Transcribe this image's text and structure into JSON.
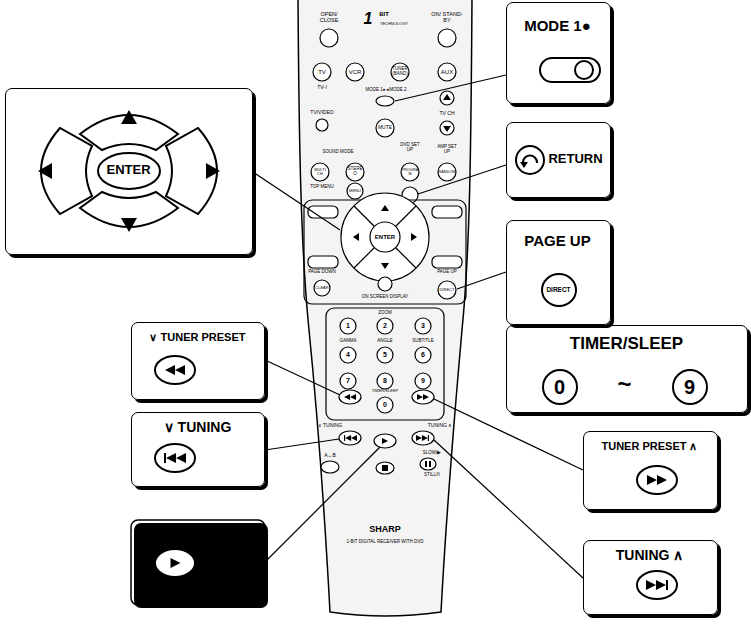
{
  "diagram": {
    "nodes": [
      {
        "text": [
          "ENTER"
        ]
      },
      {
        "text": [
          "MODE 1●"
        ]
      },
      {
        "text": [
          "RETURN"
        ]
      },
      {
        "text": [
          "PAGE UP",
          "DIRECT"
        ]
      },
      {
        "text": [
          "TIMER/SLEEP",
          "0",
          "~",
          "9"
        ]
      },
      {
        "text": [
          "∨ TUNER PRESET"
        ]
      },
      {
        "text": [
          "∨ TUNING"
        ]
      },
      {
        "text": [
          "TUNER PRESET ∧"
        ]
      },
      {
        "text": [
          "TUNING ∧"
        ]
      }
    ],
    "labels": [
      "OPEN/ CLOSE",
      "ON/ STAND-BY",
      "1",
      "BIT",
      "TECHNOLOGY",
      "TV",
      "VCR",
      "TUNER (BAND)",
      "AUX",
      "TV◦I",
      "MODE 1● ●MODE 2",
      "TV/VIDEO",
      "MUTE",
      "TV CH",
      "DVD SET UP",
      "AMP SET UP",
      "SOUND MODE",
      "MULTI CH",
      "STEREO",
      "PROGRAM",
      "RANDOM",
      "TOP MENU",
      "MENU",
      "ENTER",
      "PAGE DOWN",
      "PAGE UP",
      "CLEAR",
      "ON SCREEN DISPLAY",
      "DIRECT",
      "ZOOM",
      "1",
      "2",
      "3",
      "GAMMA",
      "ANGLE",
      "SUBTITLE",
      "4",
      "5",
      "6",
      "7",
      "8",
      "9",
      "TIMER/SLEEP",
      "0",
      "∨ TUNING",
      "TUNING ∧",
      "A↔B",
      "SLOW/▶",
      "STILL/II",
      "SHARP",
      "1-BIT DIGITAL RECEIVER WITH DVD"
    ]
  }
}
